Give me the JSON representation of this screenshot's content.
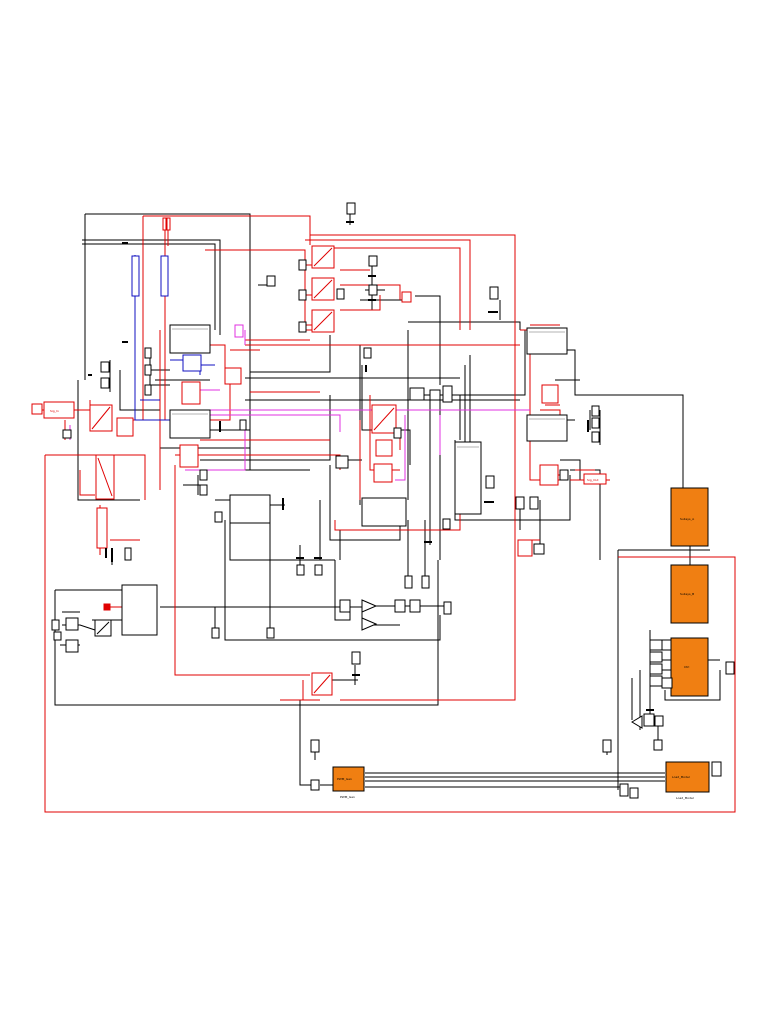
{
  "colors": {
    "background": "#ffffff",
    "black_wire": "#000000",
    "red_wire": "#e00000",
    "blue_wire": "#1010c0",
    "magenta_wire": "#e030e0",
    "subsystem_fill": "#f07f12"
  },
  "labels": {
    "input_signal": "Sig_In",
    "output_signal": "Sig_Out",
    "sub_a": "Subsys_A",
    "sub_b": "Subsys_B",
    "sub_c": "Ctrl",
    "sub_d": "PWM_Gen",
    "sub_e": "Load_Model",
    "sub_d_caption": "PWM_Gen",
    "sub_e_caption": "Load_Model"
  }
}
